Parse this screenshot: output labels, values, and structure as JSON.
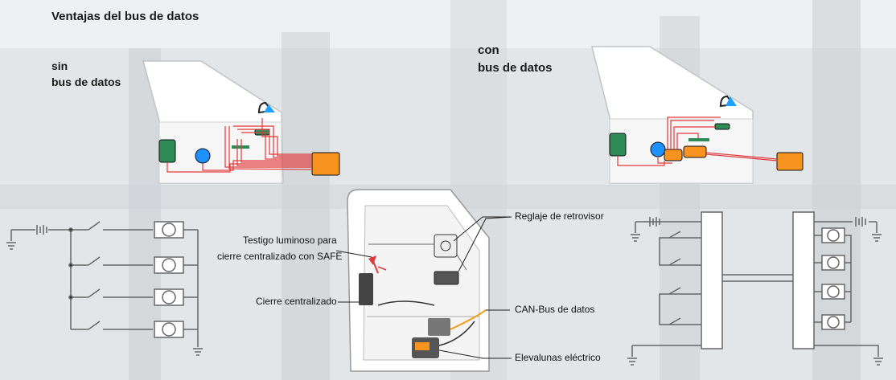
{
  "header": {
    "title": "Ventajas del bus de datos"
  },
  "left_panel": {
    "line1": "sin",
    "line2": "bus de datos"
  },
  "right_panel": {
    "line1": "con",
    "line2": "bus de datos"
  },
  "door_labels": {
    "mirror": "Reglaje de retrovisor",
    "warning_light_1": "Testigo luminoso para",
    "warning_light_2": "cierre centralizado con SAFE",
    "central_lock": "Cierre centralizado",
    "can_bus": "CAN-Bus de datos",
    "window_lift": "Elevalunas eléctrico"
  },
  "colors": {
    "wire": "#e23a3a",
    "module": "#f7931e",
    "switch_green": "#2e8b57",
    "motor_blue": "#1e90ff",
    "mirror_blue": "#1ea0ff",
    "can_line": "#f0a020"
  }
}
